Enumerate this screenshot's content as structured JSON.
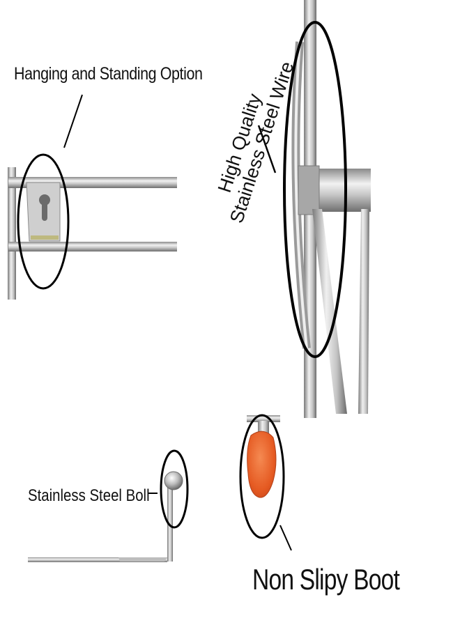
{
  "labels": {
    "hanging": "Hanging and Standing Option",
    "wire_line1": "High Quality",
    "wire_line2": "Stainless Steel Wire",
    "boll": "Stainless Steel Boll",
    "boot": "Non Slipy Boot"
  },
  "colors": {
    "background": "#ffffff",
    "steel_dark": "#7d7d7d",
    "steel_light": "#e6e6e6",
    "boot_orange": "#e8622a",
    "outline": "#000000"
  }
}
